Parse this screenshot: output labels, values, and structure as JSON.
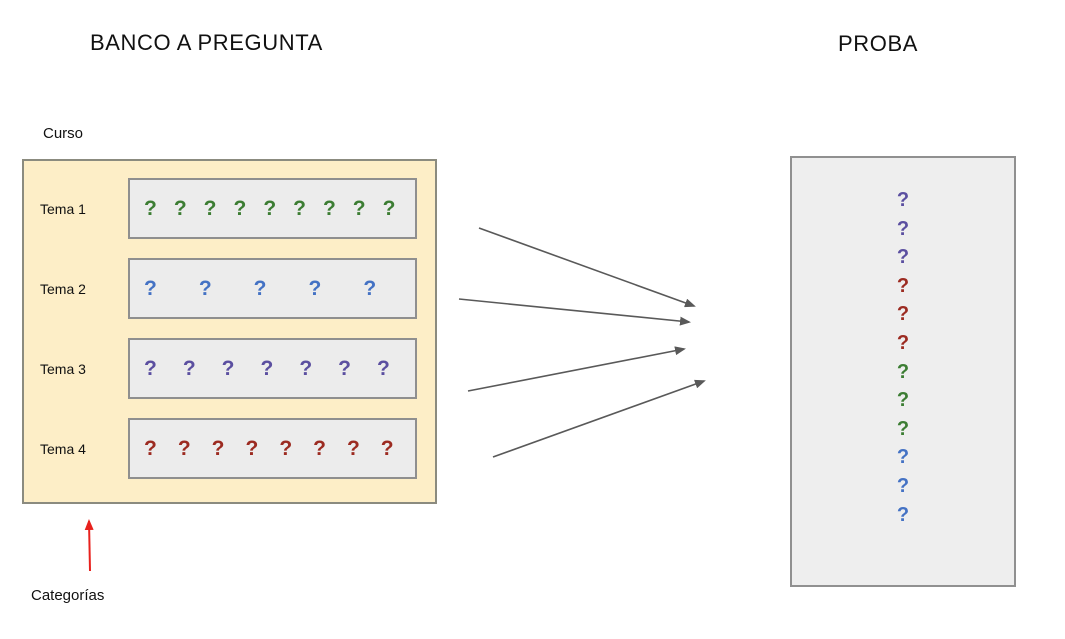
{
  "bank": {
    "title": "BANCO A PREGUNTA",
    "course_label": "Curso",
    "categories_label": "Categorías",
    "topics": [
      {
        "label": "Tema 1",
        "question_count": 9,
        "color_name": "green"
      },
      {
        "label": "Tema 2",
        "question_count": 5,
        "color_name": "blue"
      },
      {
        "label": "Tema 3",
        "question_count": 7,
        "color_name": "purple"
      },
      {
        "label": "Tema 4",
        "question_count": 8,
        "color_name": "red"
      }
    ]
  },
  "test": {
    "title": "PROBA",
    "question_groups": [
      {
        "count": 3,
        "color_name": "purple"
      },
      {
        "count": 3,
        "color_name": "red"
      },
      {
        "count": 3,
        "color_name": "green"
      },
      {
        "count": 3,
        "color_name": "blue"
      }
    ]
  },
  "glyphs": {
    "question_mark": "?"
  },
  "colors": {
    "green": "#3c7d33",
    "blue": "#4472c4",
    "purple": "#5b4fa0",
    "red": "#9c2b21",
    "bank_box_fill": "#fdeec7",
    "bank_box_border": "#8b8b7f",
    "row_fill": "#ececec",
    "row_border": "#8f8f8f",
    "test_box_fill": "#eeeeee",
    "test_box_border": "#909090",
    "flow_arrow": "#595959",
    "categories_arrow": "#e8211d"
  }
}
